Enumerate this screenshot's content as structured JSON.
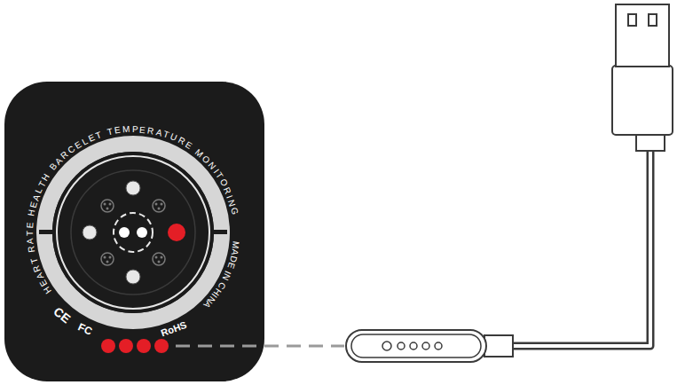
{
  "diagram": {
    "labels": [
      "HEART RATE HEALTH BARCELET TEMPERATURE MONITORING",
      "MADE IN CHINA",
      "CE",
      "FC",
      "RoHS"
    ]
  }
}
